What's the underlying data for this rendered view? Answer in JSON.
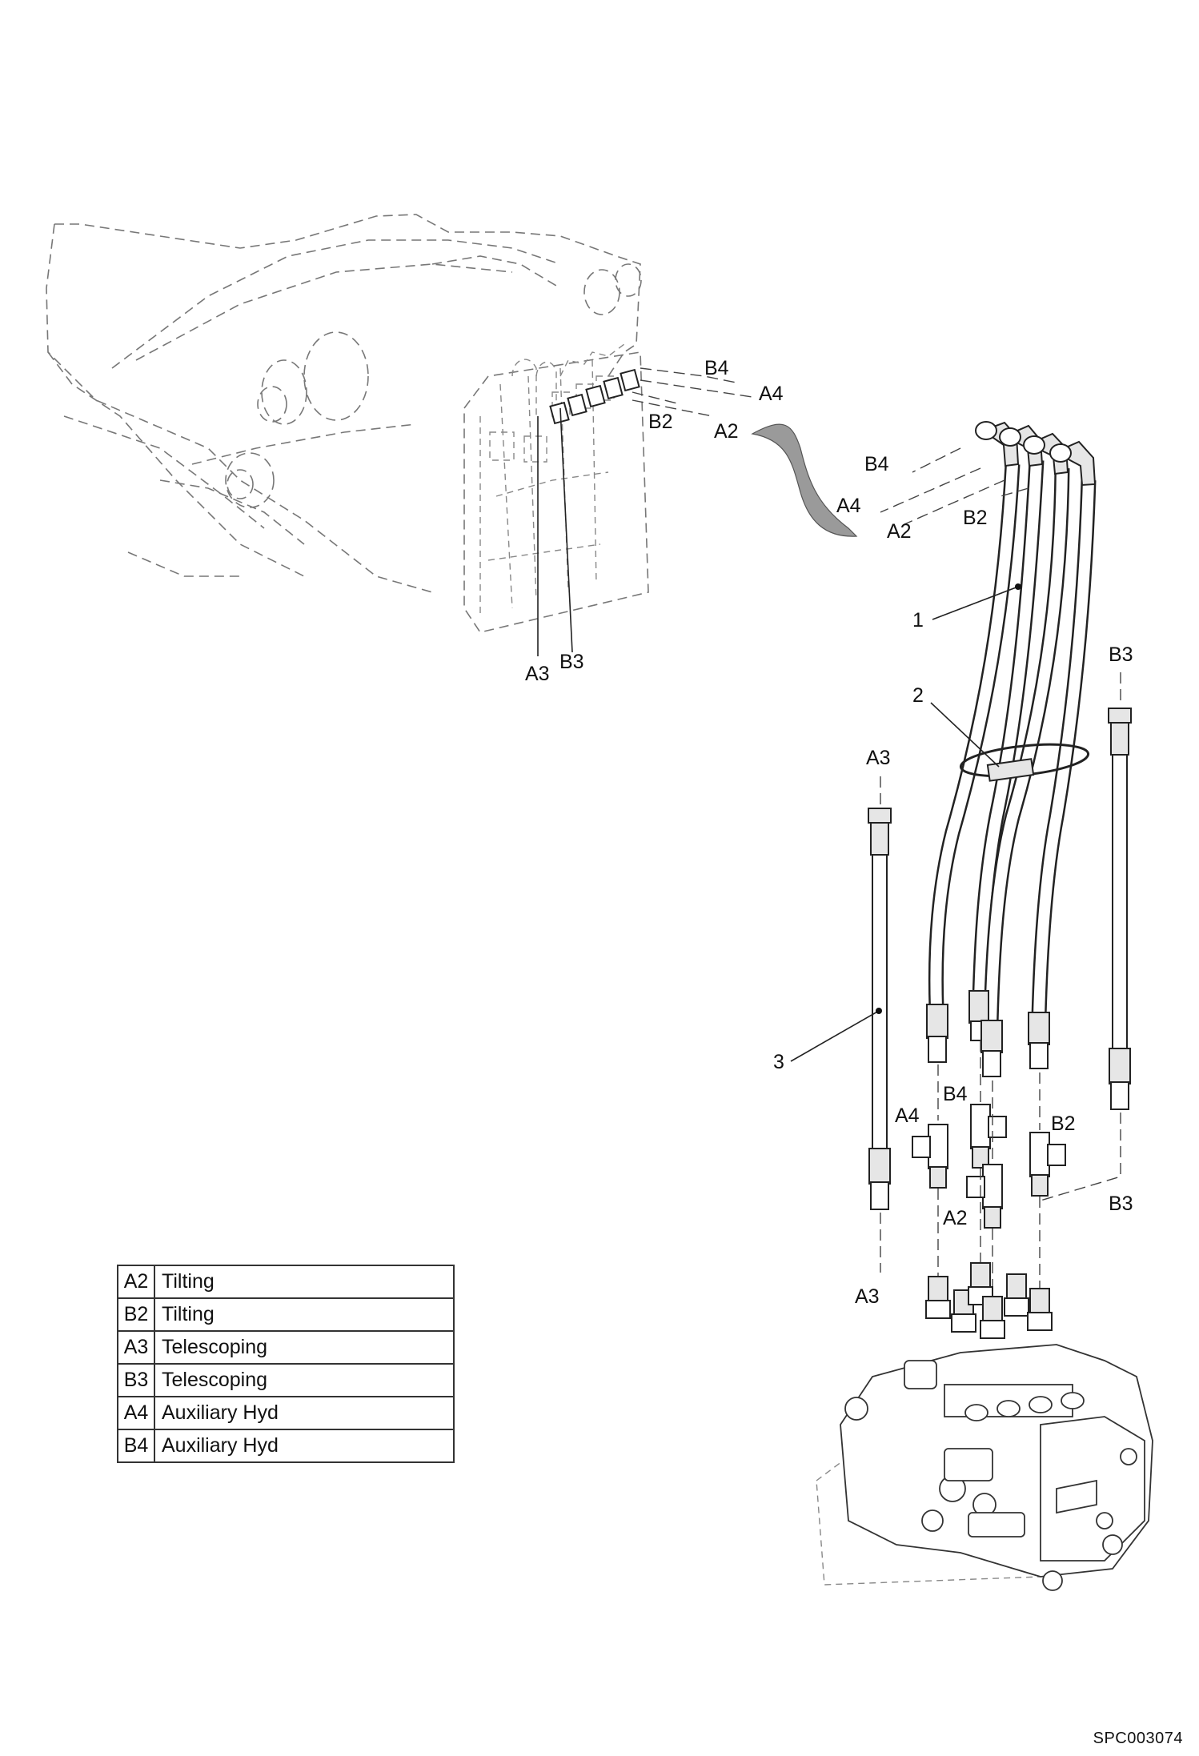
{
  "port_labels": {
    "top_b4": "B4",
    "top_a4": "A4",
    "top_b2": "B2",
    "top_a2": "A2",
    "mid_b4": "B4",
    "mid_a4": "A4",
    "mid_a2": "A2",
    "mid_b2": "B2",
    "boom_a3": "A3",
    "boom_b3": "B3",
    "b3_upper": "B3",
    "a3_upper": "A3",
    "low_b4": "B4",
    "low_a4": "A4",
    "low_b2": "B2",
    "low_a2": "A2",
    "low_b3": "B3",
    "low_a3": "A3"
  },
  "callouts": {
    "item1": "1",
    "item2": "2",
    "item3": "3"
  },
  "legend": [
    {
      "code": "A2",
      "function": "Tilting"
    },
    {
      "code": "B2",
      "function": "Tilting"
    },
    {
      "code": "A3",
      "function": "Telescoping"
    },
    {
      "code": "B3",
      "function": "Telescoping"
    },
    {
      "code": "A4",
      "function": "Auxiliary Hyd"
    },
    {
      "code": "B4",
      "function": "Auxiliary Hyd"
    }
  ],
  "figure_id": "SPC003074"
}
